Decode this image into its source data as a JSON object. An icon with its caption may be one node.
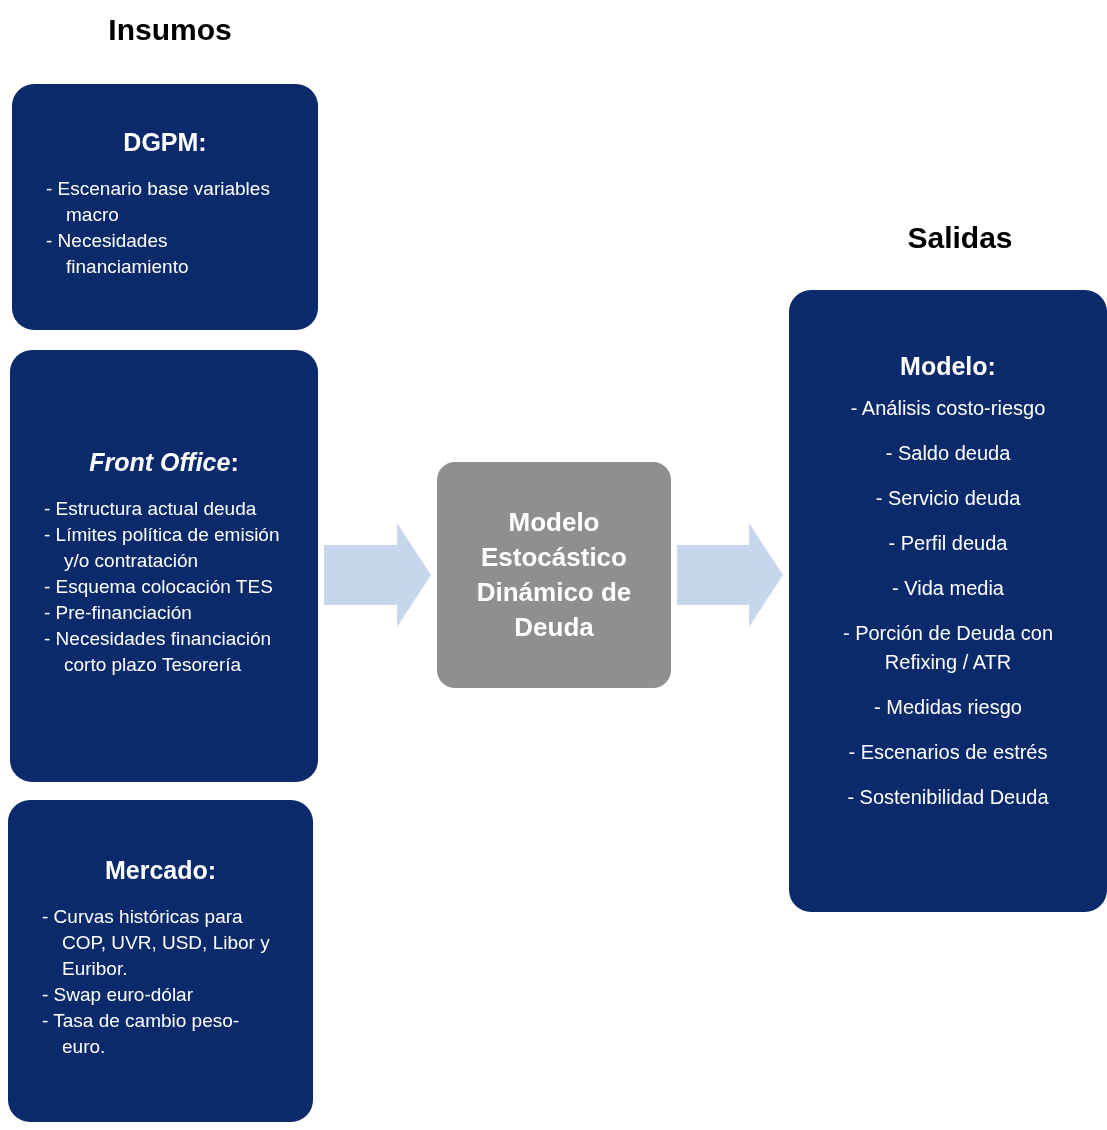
{
  "diagram": {
    "nodes": [
      {
        "text": [
          "DGPM:",
          "- Escenario base variables macro",
          "- Necesidades financiamiento"
        ]
      },
      {
        "text": [
          "*Front Office*:",
          "- Estructura actual deuda",
          "- Límites política de emisión y/o contratación",
          "- Esquema colocación TES",
          "- Pre-financiación",
          "- Necesidades financiación corto plazo Tesorería"
        ]
      },
      {
        "text": [
          "Mercado:",
          "- Curvas históricas para COP, UVR, USD, Libor y Euribor.",
          "- Swap euro-dólar",
          "- Tasa de cambio peso-euro."
        ]
      },
      {
        "text": [
          "Modelo Estocástico Dinámico de Deuda"
        ]
      },
      {
        "text": [
          "Modelo:",
          "- Análisis costo-riesgo",
          "- Saldo deuda",
          "- Servicio deuda",
          "- Perfil deuda",
          "- Vida media",
          "- Porción de Deuda con Refixing / ATR",
          "- Medidas riesgo",
          "- Escenarios de estrés",
          "- Sostenibilidad Deuda"
        ]
      }
    ],
    "edges": [
      {
        "from": 1,
        "to": 3,
        "arrow": "to",
        "style": "thick"
      },
      {
        "from": 3,
        "to": 4,
        "arrow": "to",
        "style": "thick"
      }
    ],
    "labels": [
      "Insumos",
      "Salidas"
    ]
  }
}
